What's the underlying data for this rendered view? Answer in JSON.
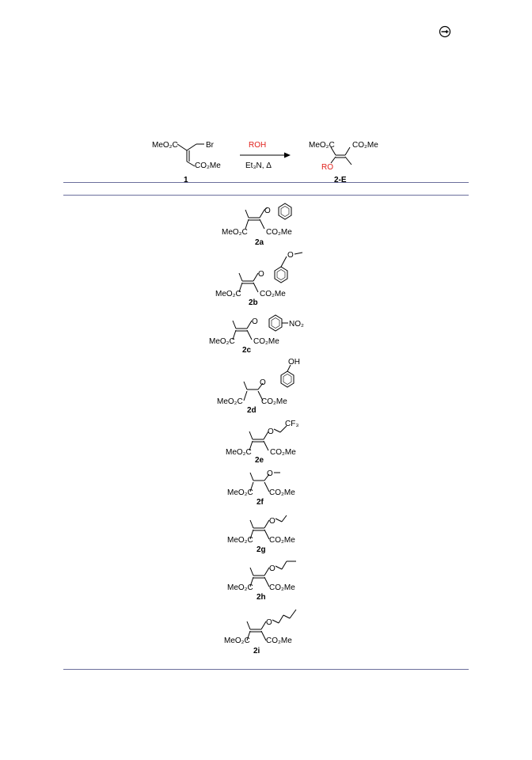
{
  "scheme": {
    "reactant": {
      "ester_top": "MeO₂C",
      "bromide": "Br",
      "ester_bottom": "CO₂Me",
      "label": "1"
    },
    "reagent_above": "ROH",
    "reagent_below": "Et₃N, Δ",
    "product": {
      "ester_left": "MeO₂C",
      "ester_right": "CO₂Me",
      "alkoxy": "RO",
      "label": "2-E"
    }
  },
  "compounds": [
    {
      "label": "2a",
      "left_ester": "MeO₂C",
      "right_ester": "CO₂Me",
      "oxygen": "O"
    },
    {
      "label": "2b",
      "left_ester": "MeO₂C",
      "right_ester": "CO₂Me",
      "oxygen": "O",
      "substituent_oxygen": "O"
    },
    {
      "label": "2c",
      "left_ester": "MeO₂C",
      "right_ester": "CO₂Me",
      "oxygen": "O",
      "substituent": "NO₂"
    },
    {
      "label": "2d",
      "left_ester": "MeO₂C",
      "right_ester": "CO₂Me",
      "oxygen": "O",
      "substituent": "OH"
    },
    {
      "label": "2e",
      "left_ester": "MeO₂C",
      "right_ester": "CO₂Me",
      "oxygen": "O",
      "substituent": "CF₃"
    },
    {
      "label": "2f",
      "left_ester": "MeO₂C",
      "right_ester": "CO₂Me",
      "oxygen": "O"
    },
    {
      "label": "2g",
      "left_ester": "MeO₂C",
      "right_ester": "CO₂Me",
      "oxygen": "O"
    },
    {
      "label": "2h",
      "left_ester": "MeO₂C",
      "right_ester": "CO₂Me",
      "oxygen": "O"
    },
    {
      "label": "2i",
      "left_ester": "MeO₂C",
      "right_ester": "CO₂Me",
      "oxygen": "O"
    }
  ],
  "colors": {
    "rule": "#6b6f9c",
    "reagent": "#e0201b",
    "ink": "#000000"
  }
}
